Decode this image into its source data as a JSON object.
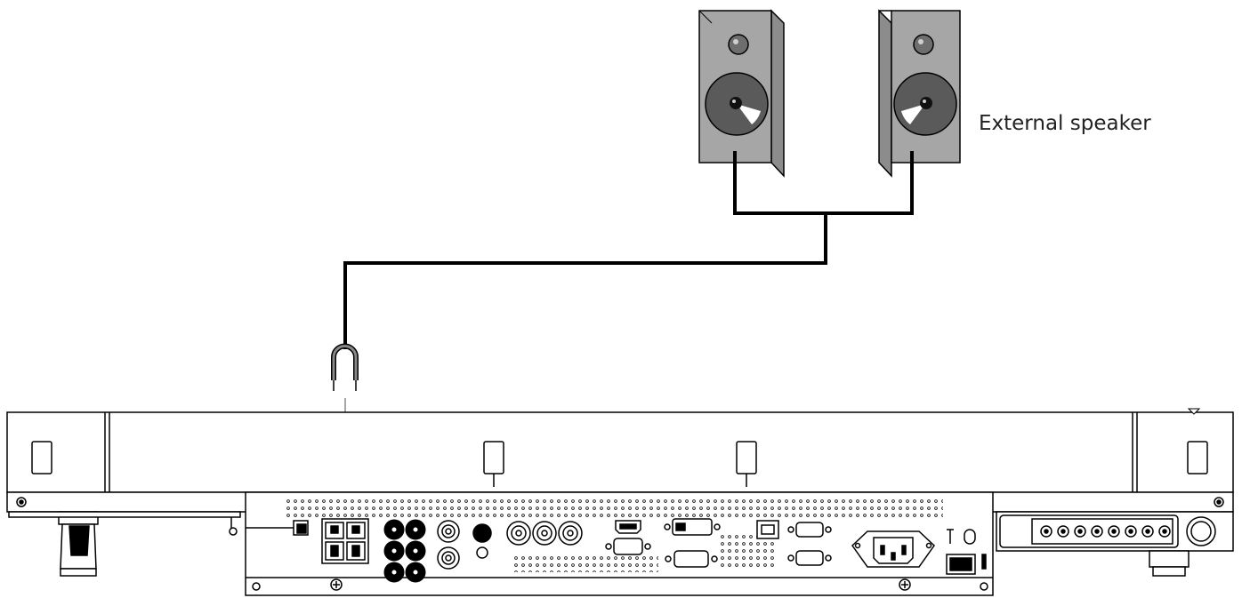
{
  "diagram": {
    "speaker_label": "External speaker",
    "speakers": [
      {
        "name": "left-speaker",
        "color": "#a6a6a6"
      },
      {
        "name": "right-speaker",
        "color": "#a6a6a6"
      }
    ],
    "colors": {
      "outline": "#000000",
      "speaker_body": "#a6a6a6",
      "speaker_side": "#8c8c8c",
      "woofer": "#5a5a5a",
      "tweeter": "#6e6e6e",
      "cable": "#000000",
      "cable_plug": "#888888",
      "panel": "#ffffff"
    },
    "icons": [
      "speaker-icon",
      "banana-plug-icon",
      "display-rear-panel-icon",
      "power-socket-icon",
      "speaker-terminal-icon"
    ]
  }
}
